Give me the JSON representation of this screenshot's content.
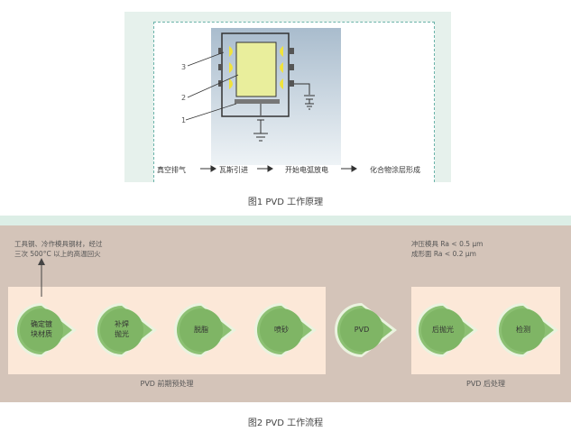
{
  "figure1": {
    "callouts": [
      "3",
      "2",
      "1"
    ],
    "steps": [
      "真空排气",
      "瓦斯引进",
      "开始电弧放电",
      "化合物涂层形成"
    ],
    "caption": "图1 PVD 工作原理"
  },
  "figure2": {
    "note_left": [
      "工具钢、冷作模具钢材，经过",
      "三次 500°C 以上的高温回火"
    ],
    "note_right": [
      "冲压模具 Ra < 0.5 μm",
      "成形面 Ra < 0.2 μm"
    ],
    "nodes": [
      {
        "lines": [
          "确定镀",
          "块材质"
        ]
      },
      {
        "lines": [
          "补焊",
          "抛光"
        ]
      },
      {
        "lines": [
          "脱脂"
        ]
      },
      {
        "lines": [
          "喷砂"
        ]
      },
      {
        "lines": [
          "PVD"
        ]
      },
      {
        "lines": [
          "后抛光"
        ]
      },
      {
        "lines": [
          "检测"
        ]
      }
    ],
    "panel_labels": [
      "PVD 前期预处理",
      "PVD 后处理"
    ],
    "caption": "图2 PVD 工作流程"
  },
  "colors": {
    "node_fill": "#8cc073",
    "node_ring": "#eaf3df",
    "panel": "#fce8d8",
    "outer": "#d4c4b9",
    "teal_frame": "#6bb3aa"
  }
}
